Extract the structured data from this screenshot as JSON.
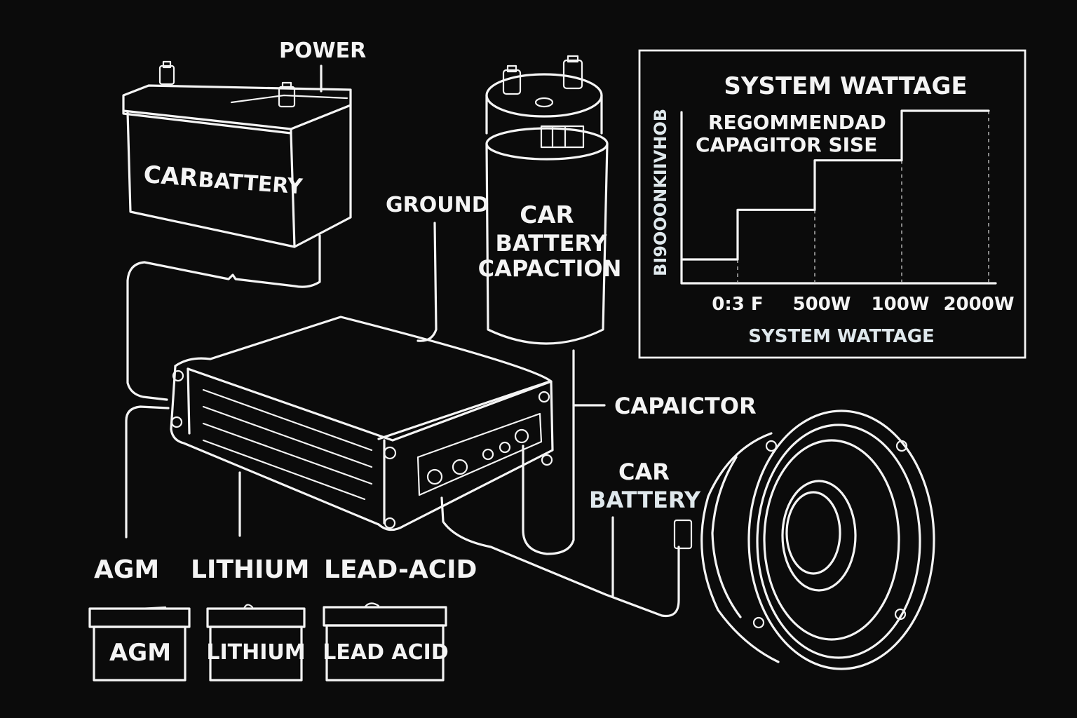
{
  "colors": {
    "background": "#0b0b0b",
    "line": "#f4f4f4"
  },
  "labels": {
    "power": "POWER",
    "ground": "GROUND",
    "capacitor": "CAPAICTOR",
    "car": "CAR",
    "battery": "BATTERY"
  },
  "battery": {
    "line1": "CAR",
    "line2": "BATTERY"
  },
  "capacitor_body": {
    "line1": "CAR",
    "line2": "BATTERY",
    "line3": "CAPACTION"
  },
  "battery_types": {
    "headings": [
      "AGM",
      "LITHIUM",
      "LEAD-ACID"
    ],
    "boxes": [
      "AGM",
      "LITHIUM",
      "LEAD ACID"
    ]
  },
  "chart": {
    "title": "SYSTEM WATTAGE",
    "annotation_line1": "REGOMMENDAD",
    "annotation_line2": "CAPAGITOR SISE",
    "ylabel": "BI9OOONKIIVHOB",
    "xlabel": "SYSTEM WATTAGE",
    "tick_labels": [
      "0:3 F",
      "500W",
      "100W",
      "2000W"
    ]
  },
  "chart_data": {
    "type": "line",
    "title": "SYSTEM WATTAGE",
    "xlabel": "SYSTEM WATTAGE",
    "ylabel": "BI9OOONKIIVHOB",
    "categories": [
      "0:3 F",
      "500W",
      "100W",
      "2000W"
    ],
    "series": [
      {
        "values": [
          1,
          2,
          3,
          4
        ]
      }
    ],
    "step": true,
    "grid": false
  }
}
